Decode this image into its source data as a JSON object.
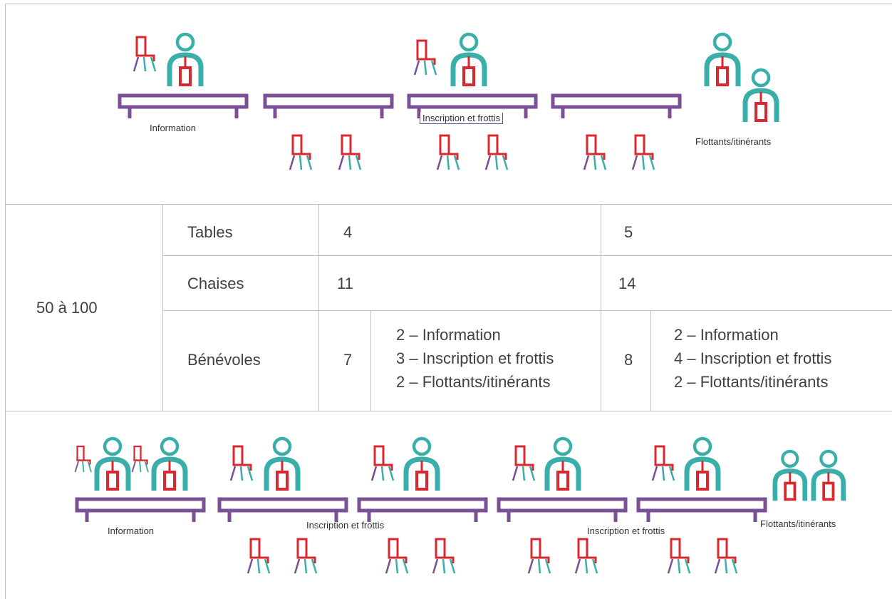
{
  "diagram_top": {
    "labels": {
      "information": "Information",
      "inscription": "Inscription et frottis",
      "floating": "Flottants/itinérants"
    }
  },
  "diagram_bottom": {
    "labels": {
      "information": "Information",
      "inscription_1": "Inscription et frottis",
      "inscription_2": "Inscription et frottis",
      "floating": "Flottants/itinérants"
    }
  },
  "table": {
    "range": "50 à 100",
    "rows": {
      "tables": {
        "label": "Tables",
        "option_a": "4",
        "option_b": "5"
      },
      "chairs": {
        "label": "Chaises",
        "option_a": "11",
        "option_b": "14"
      },
      "volunteers": {
        "label": "Bénévoles",
        "option_a": {
          "total": "7",
          "lines": [
            "2 – Information",
            "3 – Inscription et frottis",
            "2 – Flottants/itinérants"
          ]
        },
        "option_b": {
          "total": "8",
          "lines": [
            "2 – Information",
            "4 – Inscription et frottis",
            "2 – Flottants/itinérants"
          ]
        }
      }
    }
  },
  "colors": {
    "table_purple": "#7b4f96",
    "chair_red": "#d9282f",
    "person_teal": "#3aafa9",
    "grid": "#bfbfbf"
  }
}
